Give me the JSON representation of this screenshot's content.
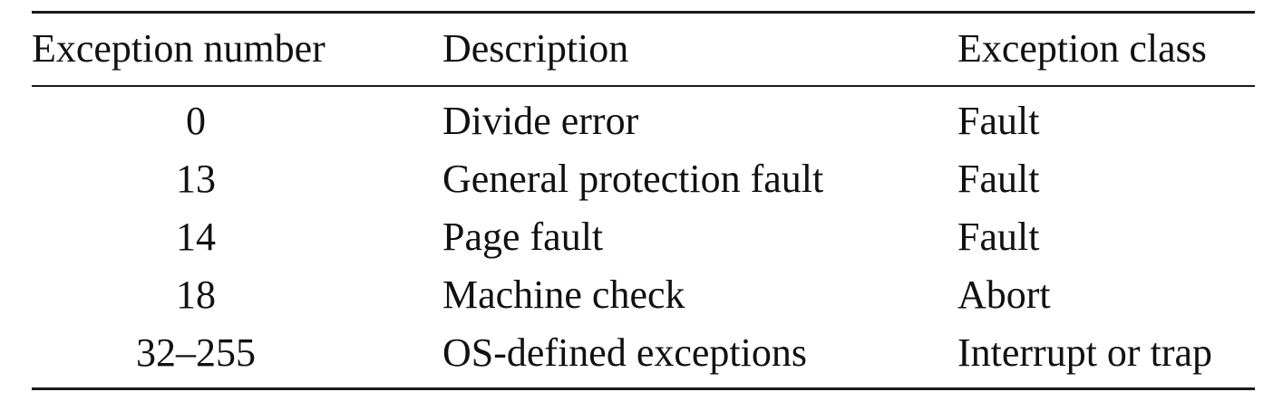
{
  "table": {
    "headers": {
      "number": "Exception number",
      "description": "Description",
      "class": "Exception class"
    },
    "rows": [
      {
        "number": "0",
        "description": "Divide error",
        "class": "Fault"
      },
      {
        "number": "13",
        "description": "General protection fault",
        "class": "Fault"
      },
      {
        "number": "14",
        "description": "Page fault",
        "class": "Fault"
      },
      {
        "number": "18",
        "description": "Machine check",
        "class": "Abort"
      },
      {
        "number": "32–255",
        "description": "OS-defined exceptions",
        "class": "Interrupt or trap"
      }
    ]
  }
}
